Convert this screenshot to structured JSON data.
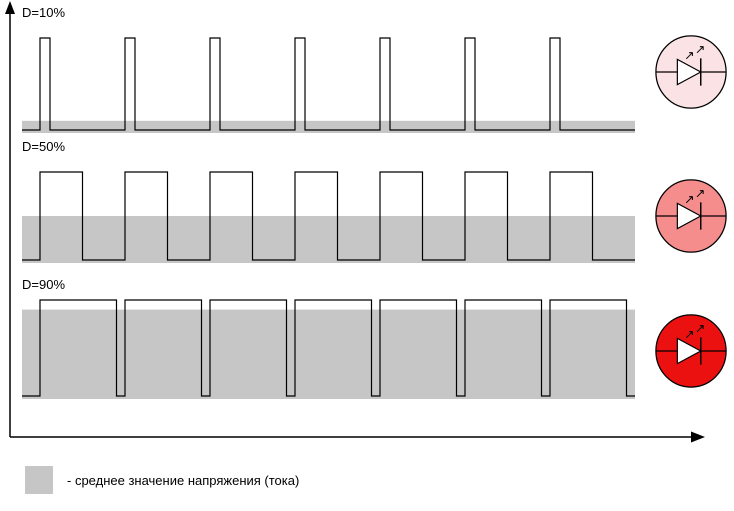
{
  "diagram": {
    "rows": [
      {
        "label": "D=10%",
        "duty_percent": 10,
        "led_fill": "#fbe2e5"
      },
      {
        "label": "D=50%",
        "duty_percent": 50,
        "led_fill": "#f58d8d"
      },
      {
        "label": "D=90%",
        "duty_percent": 90,
        "led_fill": "#ec1111"
      }
    ],
    "colors": {
      "average_band": "#c6c6c6",
      "waveform_stroke": "#000000",
      "axis": "#000000"
    },
    "legend": {
      "swatch_color": "#c6c6c6",
      "text": "- среднее значение напряжения (тока)"
    }
  }
}
